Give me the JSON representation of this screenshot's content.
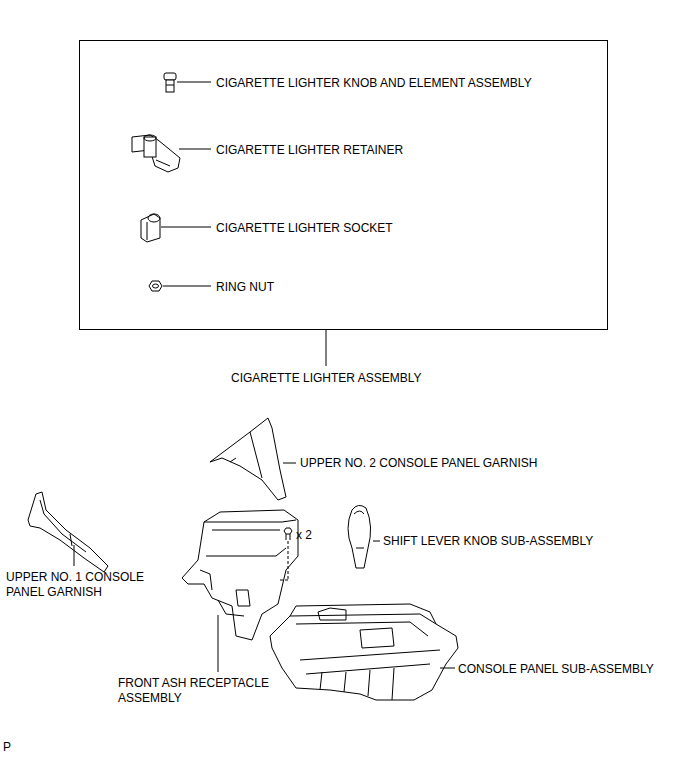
{
  "diagram": {
    "nodes": [
      {
        "text": [
          "CIGARETTE LIGHTER KNOB AND ELEMENT ASSEMBLY",
          "CIGARETTE LIGHTER RETAINER",
          "CIGARETTE LIGHTER SOCKET",
          "RING NUT"
        ]
      }
    ],
    "labels": [
      "CIGARETTE LIGHTER ASSEMBLY",
      "UPPER NO. 2 CONSOLE PANEL GARNISH",
      "x 2",
      "SHIFT LEVER KNOB SUB-ASSEMBLY",
      "UPPER NO. 1 CONSOLE PANEL GARNISH",
      "FRONT ASH RECEPTACLE ASSEMBLY",
      "CONSOLE PANEL SUB-ASSEMBLY",
      "P"
    ]
  }
}
